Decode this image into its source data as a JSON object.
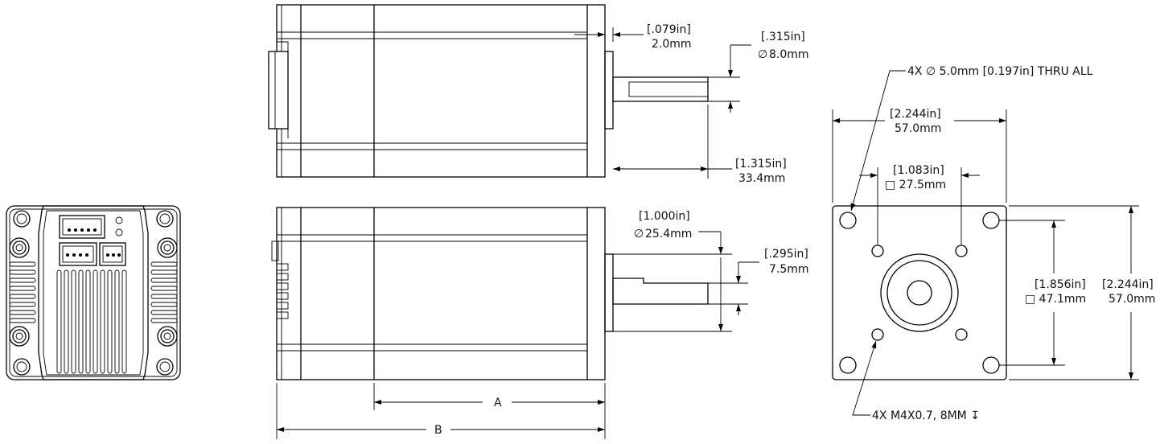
{
  "dimensions": {
    "side_top": {
      "flange_in": "[.079in]",
      "flange_mm": "2.0mm",
      "shaft_dia_in": "[.315in]",
      "shaft_dia_mm": "8.0mm",
      "shaft_len_in": "[1.315in]",
      "shaft_len_mm": "33.4mm"
    },
    "side_bottom": {
      "pilot_in": "[1.000in]",
      "pilot_mm": "25.4mm",
      "flat_in": "[.295in]",
      "flat_mm": "7.5mm",
      "length_a": "A",
      "length_b": "B"
    },
    "front": {
      "thru_holes": "4X ∅ 5.0mm [0.197in] THRU ALL",
      "width_in": "[2.244in]",
      "width_mm": "57.0mm",
      "bolt_sq_in": "[1.083in]",
      "bolt_sq_mm": "□ 27.5mm",
      "mount_sq_in": "[1.856in]",
      "mount_sq_mm": "□ 47.1mm",
      "height_in": "[2.244in]",
      "height_mm": "57.0mm",
      "tapped_holes": "4X M4X0.7, 8MM ↧"
    }
  }
}
